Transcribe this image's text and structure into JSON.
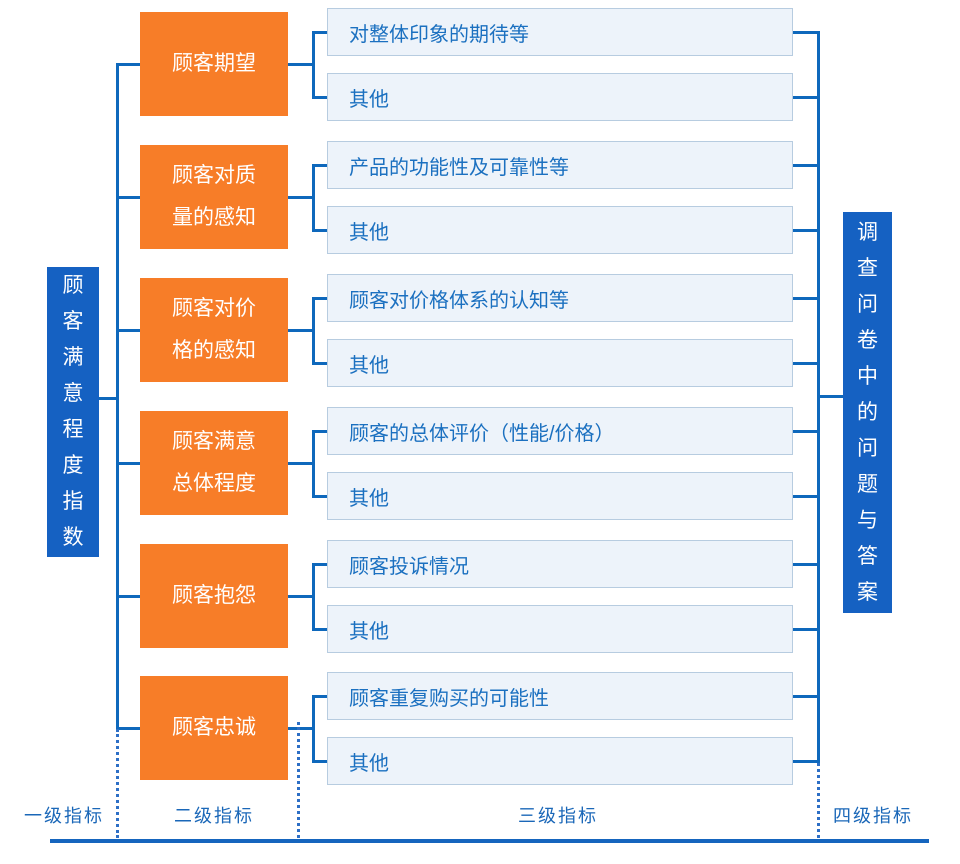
{
  "palette": {
    "orange": "#F77D28",
    "node_blue": "#1561C2",
    "line_blue": "#0E68BC",
    "dot_blue": "#2D6FC6",
    "light_fill": "#EDF3FA",
    "light_border": "#B7CCE0",
    "light_text": "#1B70C0",
    "label_text": "#1A67B8",
    "baseline": "#1565BE"
  },
  "level1_node": {
    "label": "顾客满意程度指数"
  },
  "level4_node": {
    "label": "调查问卷中的问题与答案"
  },
  "groups": [
    {
      "level2_lines": [
        "顾客期望"
      ],
      "level3_items": [
        "对整体印象的期待等",
        "其他"
      ]
    },
    {
      "level2_lines": [
        "顾客对质",
        "量的感知"
      ],
      "level3_items": [
        "产品的功能性及可靠性等",
        "其他"
      ]
    },
    {
      "level2_lines": [
        "顾客对价",
        "格的感知"
      ],
      "level3_items": [
        "顾客对价格体系的认知等",
        "其他"
      ]
    },
    {
      "level2_lines": [
        "顾客满意",
        "总体程度"
      ],
      "level3_items": [
        "顾客的总体评价（性能/价格）",
        "其他"
      ]
    },
    {
      "level2_lines": [
        "顾客抱怨"
      ],
      "level3_items": [
        "顾客投诉情况",
        "其他"
      ]
    },
    {
      "level2_lines": [
        "顾客忠诚"
      ],
      "level3_items": [
        "顾客重复购买的可能性",
        "其他"
      ]
    }
  ],
  "axis_labels": [
    "一级指标",
    "二级指标",
    "三级指标",
    "四级指标"
  ]
}
